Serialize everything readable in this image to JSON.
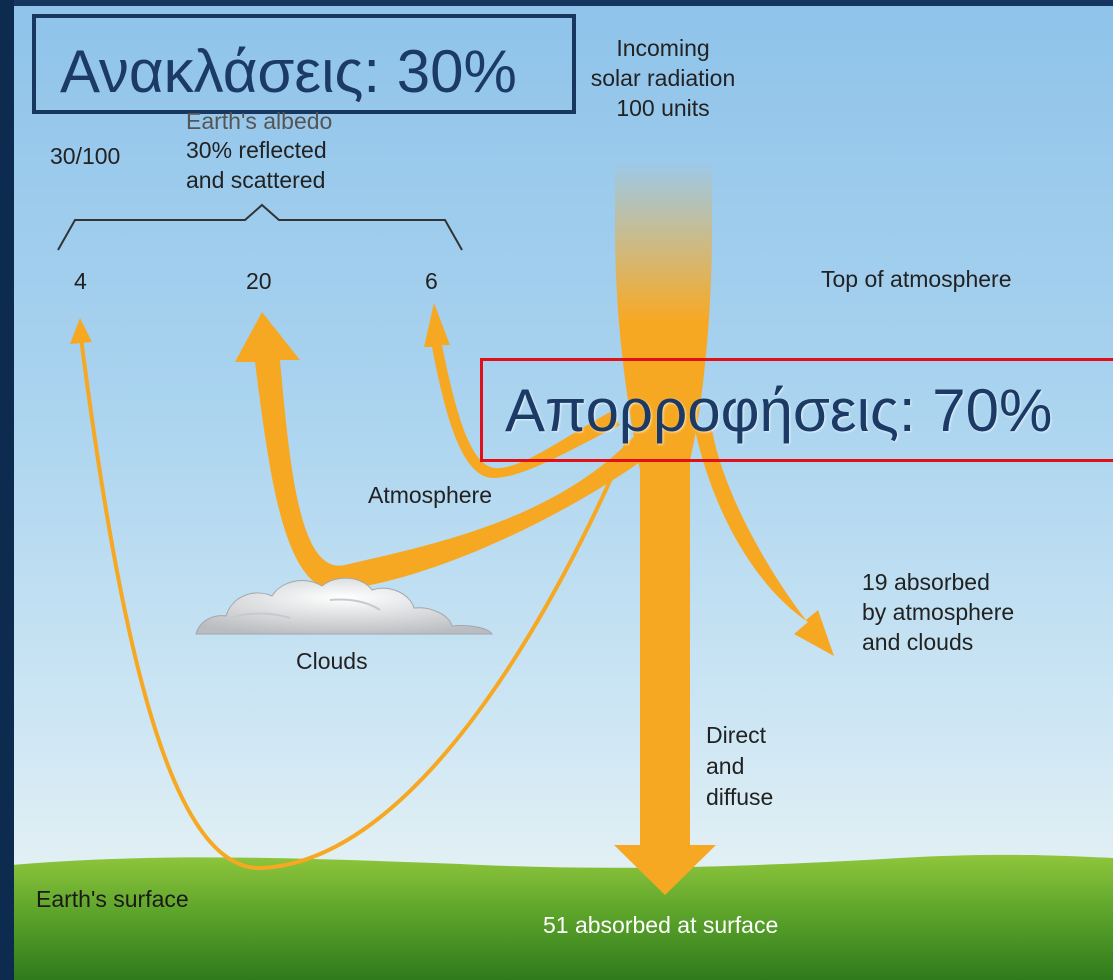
{
  "reflection_box": {
    "text": "Ανακλάσεις: 30%"
  },
  "absorption_box": {
    "text": "Απορροφήσεις: 70%"
  },
  "incoming": {
    "line1": "Incoming",
    "line2": "solar radiation",
    "line3": "100 units"
  },
  "albedo": {
    "fraction": "30/100",
    "line1": "Earth's albedo",
    "line2": "30% reflected",
    "line3": "and scattered"
  },
  "reflected_values": {
    "surface": "4",
    "clouds": "20",
    "atmosphere": "6"
  },
  "labels": {
    "top_of_atmosphere": "Top of atmosphere",
    "atmosphere": "Atmosphere",
    "clouds": "Clouds",
    "absorbed_atm_1": "19 absorbed",
    "absorbed_atm_2": "by atmosphere",
    "absorbed_atm_3": "and clouds",
    "direct_1": "Direct",
    "direct_2": "and",
    "direct_3": "diffuse",
    "earth_surface": "Earth's surface",
    "absorbed_surface": "51 absorbed at surface"
  },
  "colors": {
    "arrow": "#f7a823",
    "reflection_box_border": "#17375e",
    "absorption_box_border": "#e0101a",
    "box_text": "#1b3a66"
  }
}
